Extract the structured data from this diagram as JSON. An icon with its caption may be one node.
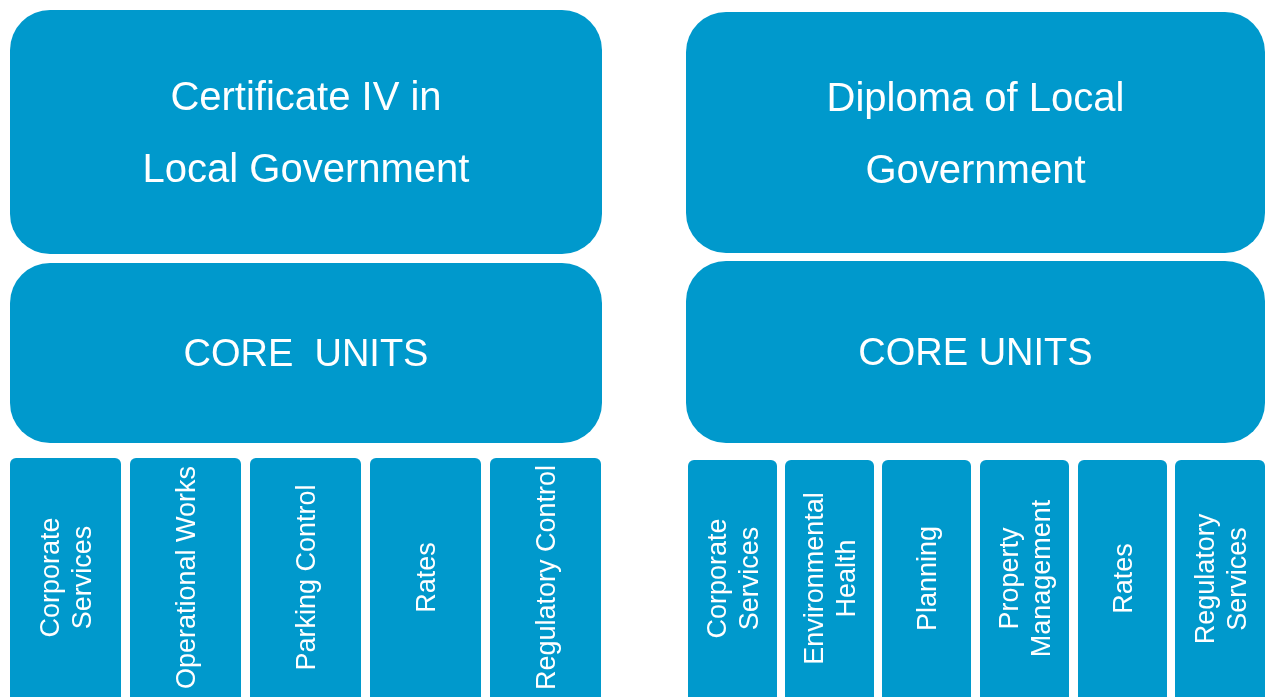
{
  "diagram": {
    "nodes": [
      {
        "text": [
          "Certificate IV in Local Government"
        ]
      },
      {
        "text": [
          "Diploma of Local Government"
        ]
      },
      {
        "text": [
          "CORE  UNITS"
        ]
      },
      {
        "text": [
          "CORE UNITS"
        ]
      },
      {
        "text": [
          "Corporate Services"
        ]
      },
      {
        "text": [
          "Operational Works"
        ]
      },
      {
        "text": [
          "Parking Control"
        ]
      },
      {
        "text": [
          "Rates"
        ]
      },
      {
        "text": [
          "Regulatory Control"
        ]
      },
      {
        "text": [
          "Corporate Services"
        ]
      },
      {
        "text": [
          "Environmental Health"
        ]
      },
      {
        "text": [
          "Planning"
        ]
      },
      {
        "text": [
          "Property Management"
        ]
      },
      {
        "text": [
          "Rates"
        ]
      },
      {
        "text": [
          "Regulatory Services"
        ]
      }
    ]
  }
}
